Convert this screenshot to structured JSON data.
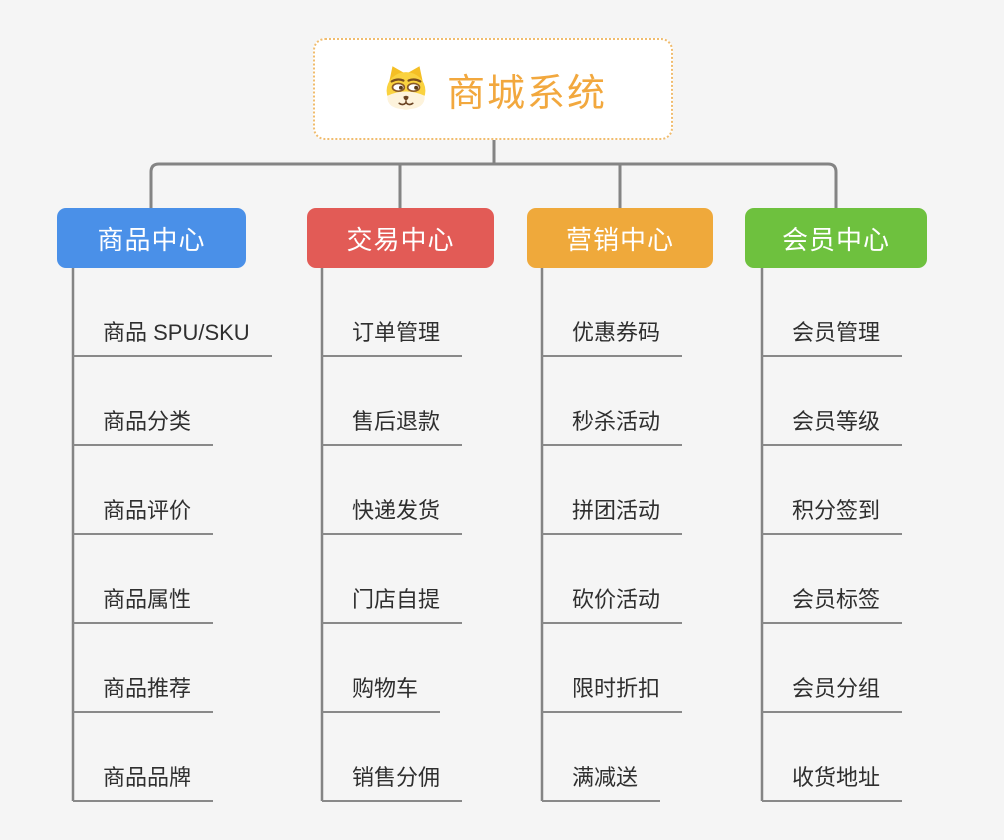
{
  "root": {
    "title": "商城系统",
    "icon": "dog-face"
  },
  "branches": [
    {
      "label": "商品中心",
      "color": "#4a90e8",
      "items": [
        "商品 SPU/SKU",
        "商品分类",
        "商品评价",
        "商品属性",
        "商品推荐",
        "商品品牌"
      ]
    },
    {
      "label": "交易中心",
      "color": "#e25b56",
      "items": [
        "订单管理",
        "售后退款",
        "快递发货",
        "门店自提",
        "购物车",
        "销售分佣"
      ]
    },
    {
      "label": "营销中心",
      "color": "#efa93b",
      "items": [
        "优惠券码",
        "秒杀活动",
        "拼团活动",
        "砍价活动",
        "限时折扣",
        "满减送"
      ]
    },
    {
      "label": "会员中心",
      "color": "#6ec13e",
      "items": [
        "会员管理",
        "会员等级",
        "积分签到",
        "会员标签",
        "会员分组",
        "收货地址"
      ]
    }
  ],
  "colors": {
    "background": "#f5f5f5",
    "connector_line": "#848484",
    "leaf_underline": "#898989",
    "root_border": "#f0bc6e",
    "root_text": "#f2a83e",
    "leaf_text": "#2f2f2f",
    "branch_text": "#ffffff"
  }
}
